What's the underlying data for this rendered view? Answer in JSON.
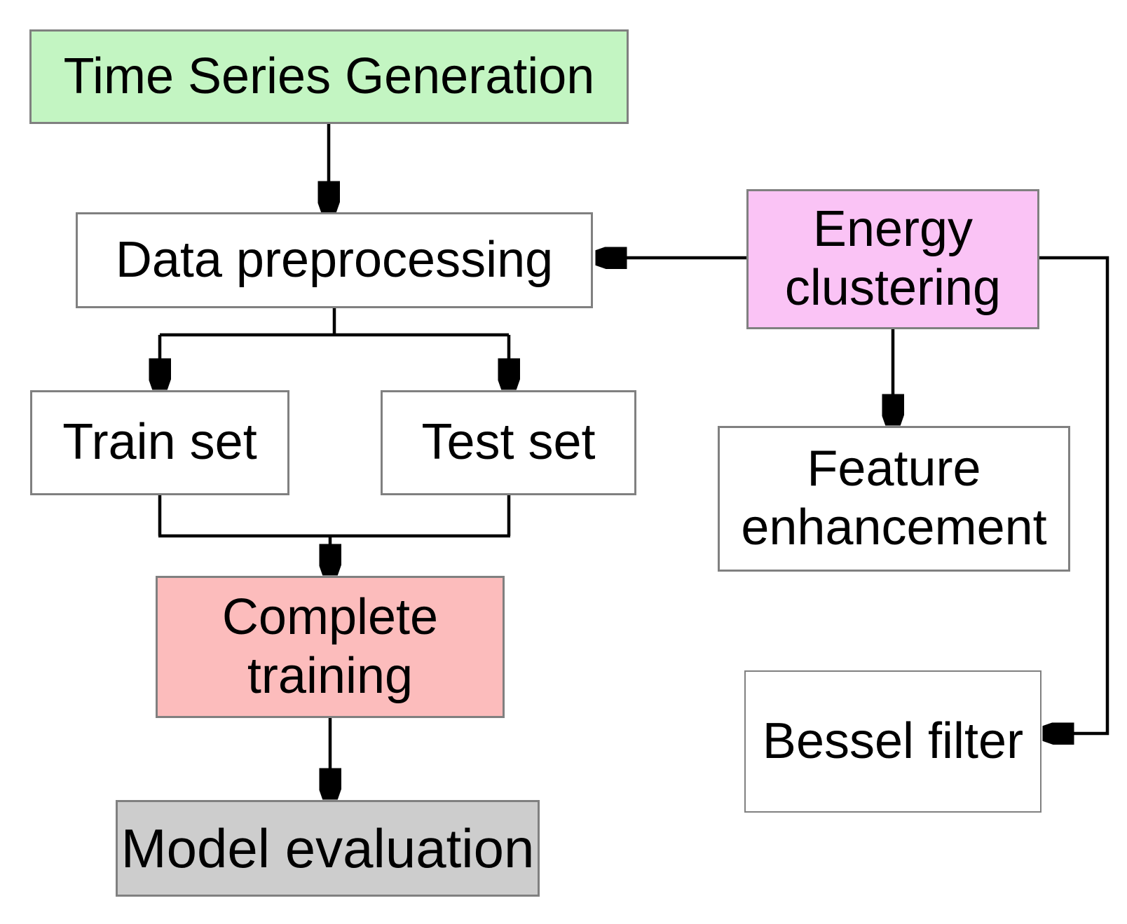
{
  "diagram": {
    "type": "flowchart",
    "background": "#ffffff",
    "style": {
      "arrow_color": "#000000",
      "box_border_color": "#808080",
      "text_color": "#000000"
    },
    "nodes": {
      "time_series_generation": {
        "label": "Time Series Generation",
        "fill": "#c3f5c2"
      },
      "data_preprocessing": {
        "label": "Data preprocessing",
        "fill": "#ffffff"
      },
      "train_set": {
        "label": "Train set",
        "fill": "#ffffff"
      },
      "test_set": {
        "label": "Test set",
        "fill": "#ffffff"
      },
      "complete_training": {
        "label": "Complete\ntraining",
        "fill": "#fcbcbc"
      },
      "model_evaluation": {
        "label": "Model evaluation",
        "fill": "#cdcdcd"
      },
      "energy_clustering": {
        "label": "Energy\nclustering",
        "fill": "#fac3f5"
      },
      "feature_enhancement": {
        "label": "Feature\nenhancement",
        "fill": "#ffffff"
      },
      "bessel_filter": {
        "label": "Bessel filter",
        "fill": "#ffffff"
      }
    },
    "edges": [
      {
        "from": "time_series_generation",
        "to": "data_preprocessing"
      },
      {
        "from": "energy_clustering",
        "to": "data_preprocessing"
      },
      {
        "from": "data_preprocessing",
        "to": "train_set"
      },
      {
        "from": "data_preprocessing",
        "to": "test_set"
      },
      {
        "from": "train_set",
        "to": "complete_training"
      },
      {
        "from": "test_set",
        "to": "complete_training"
      },
      {
        "from": "complete_training",
        "to": "model_evaluation"
      },
      {
        "from": "energy_clustering",
        "to": "feature_enhancement"
      },
      {
        "from": "energy_clustering",
        "to": "bessel_filter"
      }
    ]
  }
}
